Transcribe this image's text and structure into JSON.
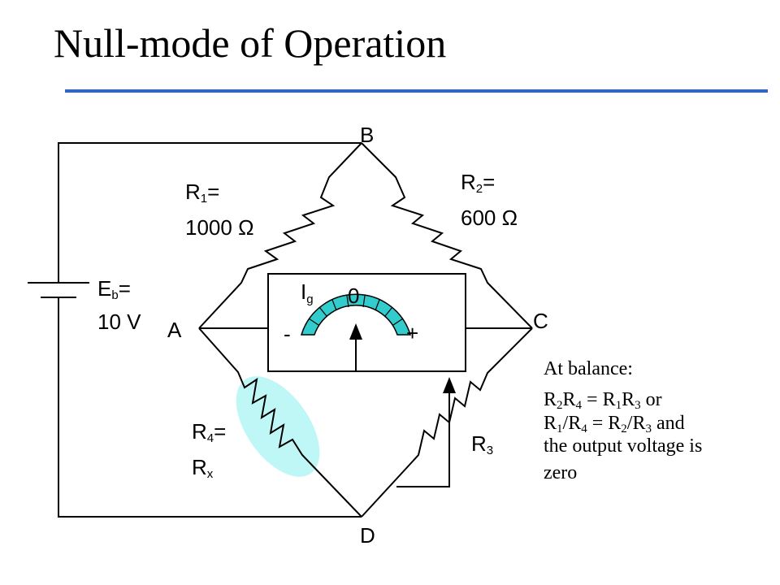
{
  "title": "Null-mode of Operation",
  "colors": {
    "rule": "#3365c8",
    "highlight": "#bff7f7",
    "meter_fill": "#33cccc"
  },
  "circuit": {
    "node_b": "B",
    "node_a": "A",
    "node_c": "C",
    "node_d": "D",
    "r1_label": "R",
    "r1_sub": "1",
    "r1_eq": "=",
    "r1_value": "1000 Ω",
    "r2_label": "R",
    "r2_sub": "2",
    "r2_eq": "=",
    "r2_value": "600 Ω",
    "r3_label": "R",
    "r3_sub": "3",
    "r4_label": "R",
    "r4_sub": "4",
    "r4_eq": "=",
    "r4_value": "R",
    "r4_value_sub": "x",
    "eb_label": "E",
    "eb_sub": "b",
    "eb_eq": "=",
    "eb_value": "10 V",
    "ig_label": "I",
    "ig_sub": "g",
    "meter_zero": "0",
    "meter_minus": "-",
    "meter_plus": "+"
  },
  "notes": {
    "heading": "At balance:",
    "eq1": {
      "a": "R",
      "a_sub": "2",
      "b": "R",
      "b_sub": "4",
      "op": " = ",
      "c": "R",
      "c_sub": "1",
      "d": "R",
      "d_sub": "3",
      "tail": " or"
    },
    "eq2": {
      "a": "R",
      "a_sub": "1",
      "slash1": "/",
      "b": "R",
      "b_sub": "4",
      "op": " = ",
      "c": "R",
      "c_sub": "2",
      "slash2": "/",
      "d": "R",
      "d_sub": "3",
      "tail": " and"
    },
    "line3": "the output voltage is",
    "line4": "zero"
  }
}
